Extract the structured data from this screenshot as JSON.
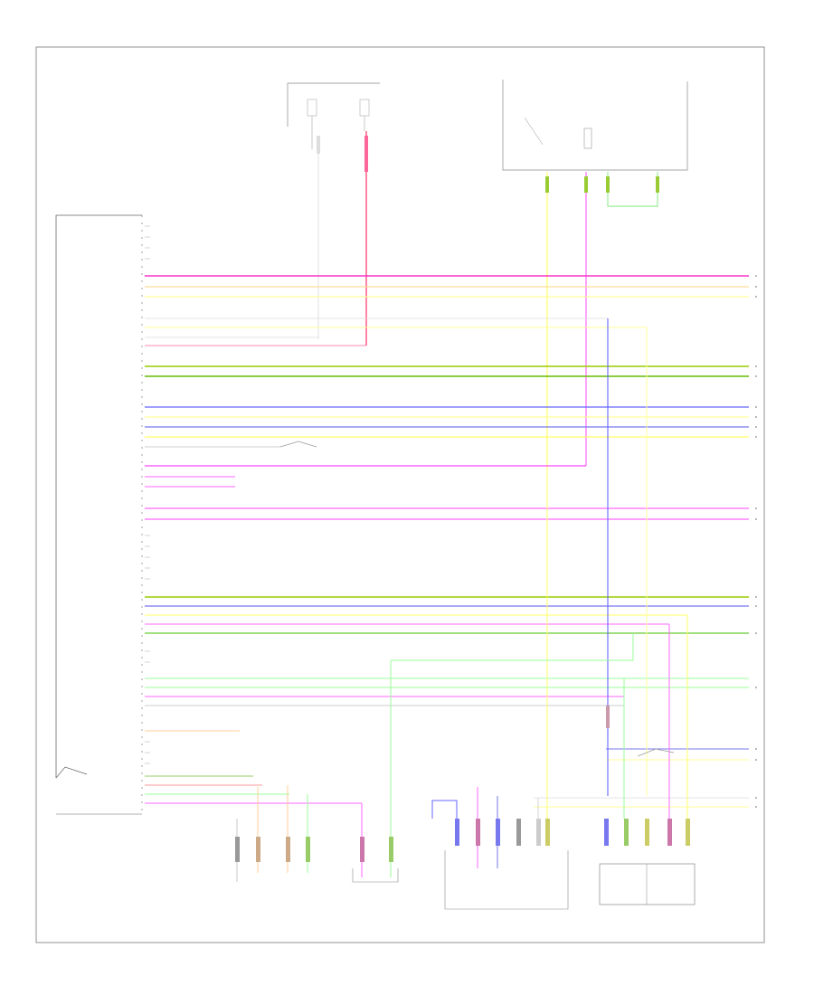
{
  "diagram": {
    "page_id": "",
    "wires": [
      {
        "name": "wire-pink-1",
        "color": "#ff33cc"
      },
      {
        "name": "wire-yellow-1",
        "color": "#ffef9a"
      },
      {
        "name": "wire-yellow-2",
        "color": "#ffff99"
      },
      {
        "name": "wire-gray-1",
        "color": "#cccccc"
      },
      {
        "name": "wire-green-1",
        "color": "#99cc00"
      },
      {
        "name": "wire-green-2",
        "color": "#66bb00"
      },
      {
        "name": "wire-blue-1",
        "color": "#6666ff"
      },
      {
        "name": "wire-purple-1",
        "color": "#7777ee"
      },
      {
        "name": "wire-yellow-3",
        "color": "#ffff66"
      },
      {
        "name": "wire-magenta-1",
        "color": "#ff66ff"
      },
      {
        "name": "wire-light-green-1",
        "color": "#99ff99"
      }
    ],
    "colors": {
      "frame": "#555555",
      "pink": "#ff33cc",
      "magenta": "#ff66ff",
      "yellow": "#ffff66",
      "green": "#88cc00",
      "light_green": "#99ee99",
      "blue": "#6666ff",
      "red": "#ff3366",
      "gray": "#cccccc"
    }
  }
}
